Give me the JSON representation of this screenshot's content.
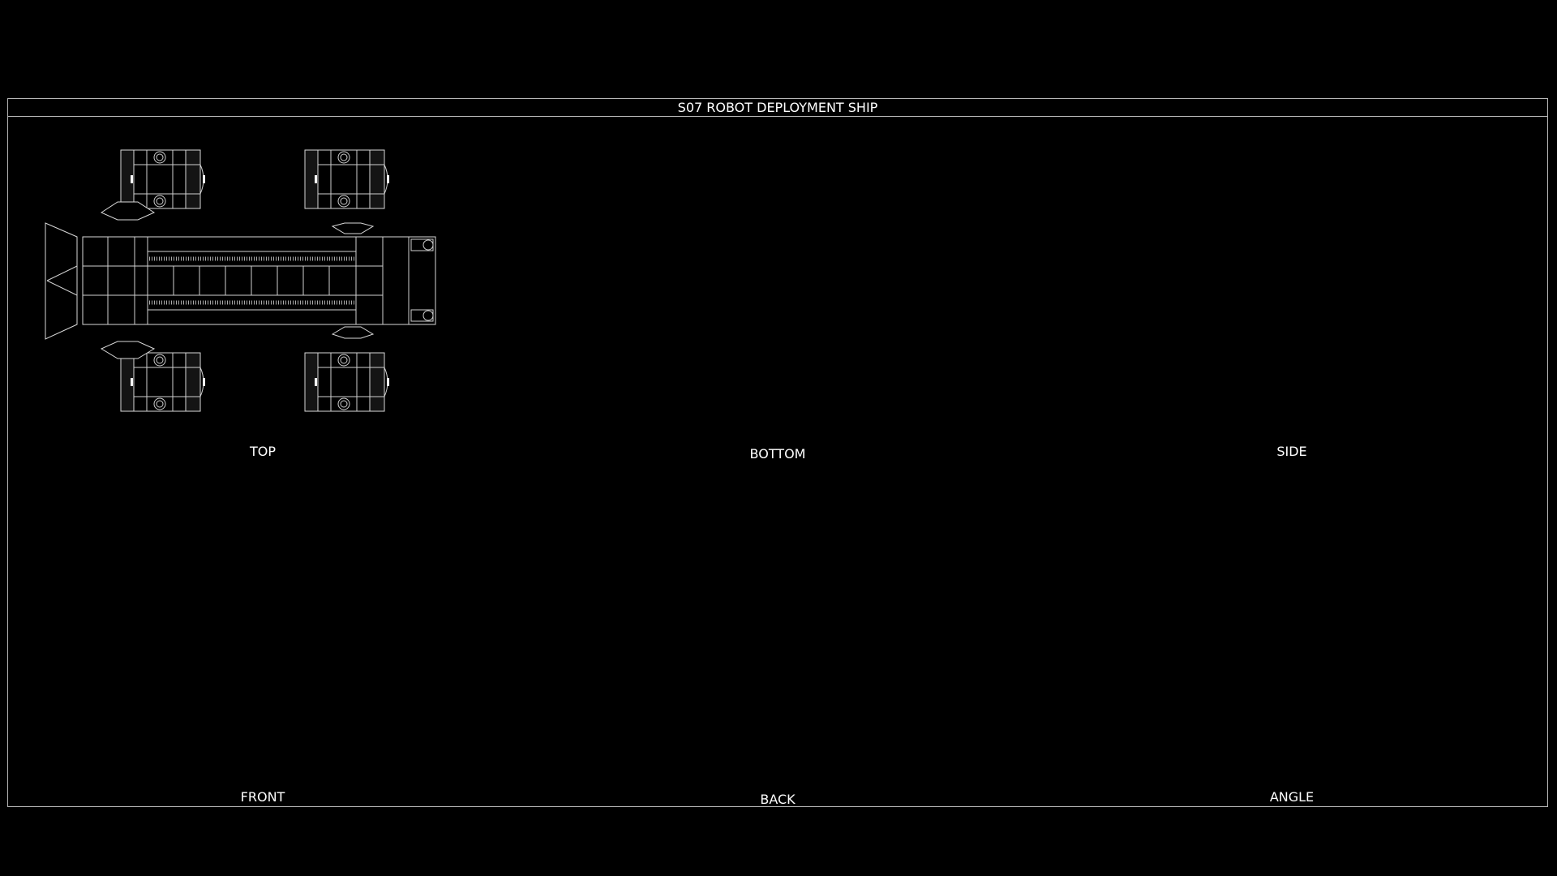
{
  "title": "S07 ROBOT DEPLOYMENT SHIP",
  "views": {
    "top": "TOP",
    "bottom": "BOTTOM",
    "side": "SIDE",
    "front": "FRONT",
    "back": "BACK",
    "angle": "ANGLE"
  },
  "colors": {
    "background": "#000000",
    "line": "#d8d8d8",
    "accent_arrow": "#4a5cff"
  }
}
